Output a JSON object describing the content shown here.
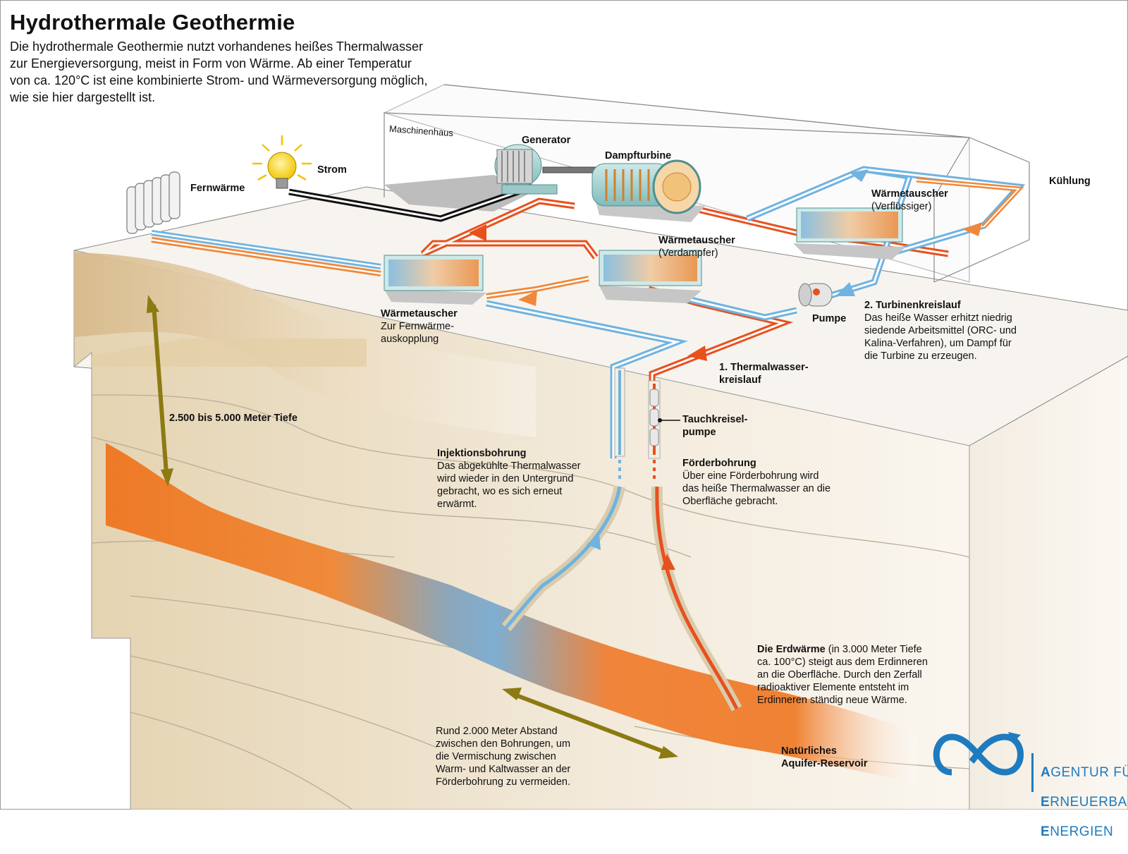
{
  "title": "Hydrothermale Geothermie",
  "intro": "Die hydrothermale Geothermie nutzt vorhandenes heißes Thermalwasser\nzur Energieversorgung, meist in Form von Wärme. Ab einer Temperatur\nvon ca. 120°C ist eine kombinierte Strom- und Wärmeversorgung möglich,\nwie sie hier dargestellt ist.",
  "labels": {
    "maschinenhaus": "Maschinenhaus",
    "generator": "Generator",
    "dampfturbine": "Dampfturbine",
    "strom": "Strom",
    "fernwaerme": "Fernwärme",
    "kuehlung": "Kühlung",
    "wt_verfluessiger_title": "Wärmetauscher",
    "wt_verfluessiger_sub": "(Verflüssiger)",
    "wt_verdampfer_title": "Wärmetauscher",
    "wt_verdampfer_sub": "(Verdampfer)",
    "wt_fernwaerme_title": "Wärmetauscher",
    "wt_fernwaerme_sub": "Zur Fernwärme-\nauskopplung",
    "pumpe": "Pumpe",
    "turbinenkreislauf_title": "2. Turbinenkreislauf",
    "turbinenkreislauf_text": "Das heiße Wasser erhitzt niedrig\nsiedende Arbeitsmittel (ORC- und\nKalina-Verfahren), um Dampf für\ndie Turbine zu erzeugen.",
    "thermalwasser": "1. Thermalwasser-\nkreislauf",
    "tauchkreiselpumpe": "Tauchkreisel-\npumpe",
    "tiefe": "2.500 bis 5.000 Meter Tiefe",
    "injektion_title": "Injektionsbohrung",
    "injektion_text": "Das abgekühlte Thermalwasser\nwird wieder in den Untergrund\ngebracht, wo es sich erneut\nerwärmt.",
    "foerder_title": "Förderbohrung",
    "foerder_text": "Über eine Förderbohrung wird\ndas heiße Thermalwasser an die\nOberfläche gebracht.",
    "erdwaerme_bold": "Die Erdwärme",
    "erdwaerme_rest": " (in 3.000 Meter Tiefe\nca. 100°C) steigt aus dem Erdinneren\nan die Oberfläche. Durch den Zerfall\nradioaktiver Elemente entsteht im\nErdinneren ständig neue Wärme.",
    "abstand": "Rund 2.000 Meter Abstand\nzwischen den Bohrungen, um\ndie Vermischung zwischen\nWarm- und Kaltwasser an der\nFörderbohrung zu vermeiden.",
    "aquifer": "Natürliches\nAquifer-Reservoir"
  },
  "logo": {
    "line1_first": "A",
    "line1_rest": "GENTUR FÜR",
    "line2_first": "E",
    "line2_rest": "RNEUERBARE",
    "line3_first": "E",
    "line3_rest": "NERGIEN"
  },
  "colors": {
    "hot": "#e8501e",
    "warm": "#f0883a",
    "cold": "#6fb3e0",
    "arrow_olive": "#8c7a12",
    "logo_blue": "#1e7bbf"
  }
}
